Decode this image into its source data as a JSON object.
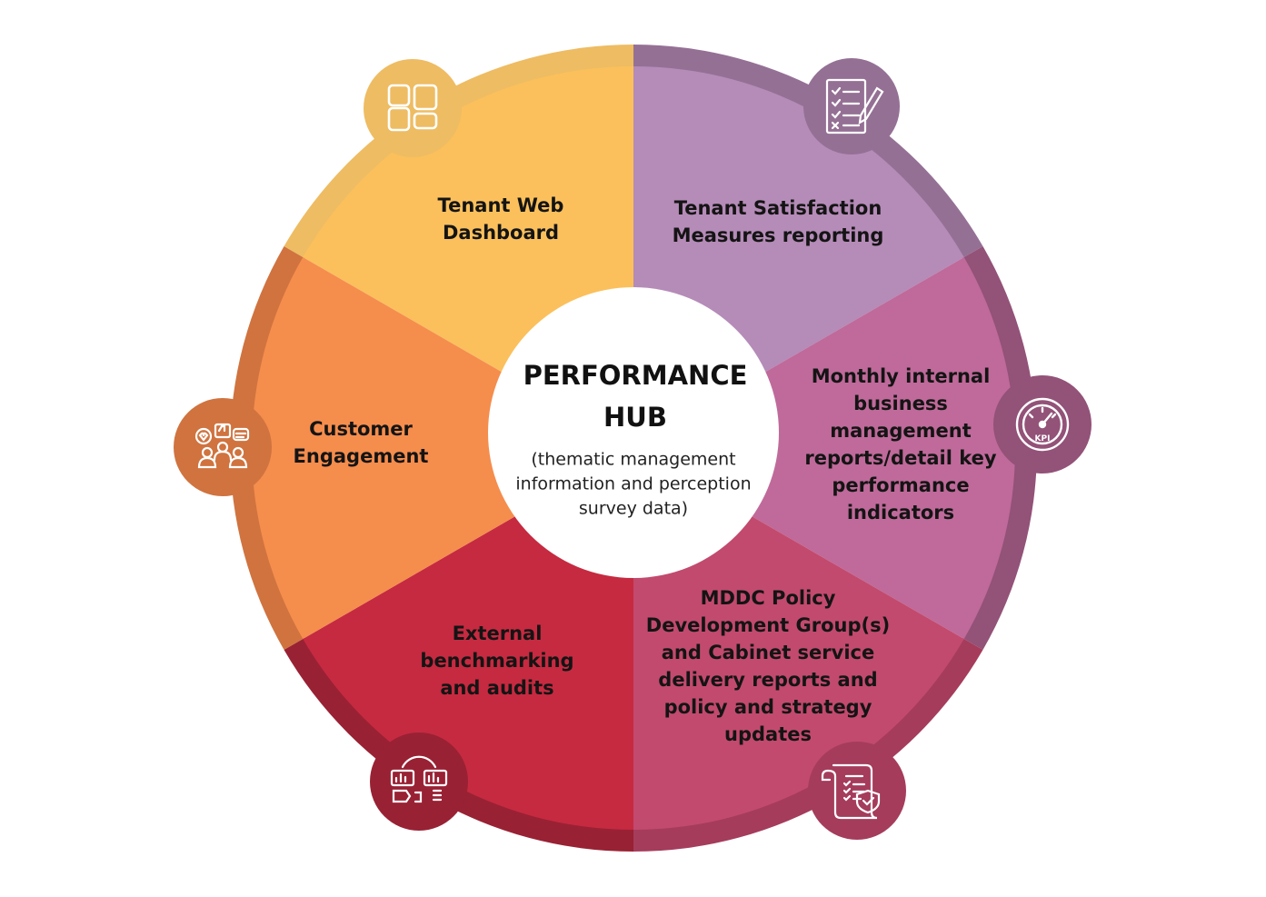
{
  "hub": {
    "title_lines": [
      "PERFORMANCE",
      "HUB"
    ],
    "subtitle_lines": [
      "(thematic management",
      "information and perception",
      "survey data)"
    ]
  },
  "segments": [
    {
      "id": "tenant-web-dashboard",
      "lines": [
        "Tenant Web",
        "Dashboard"
      ],
      "color": "#FBC05C",
      "ring_color": "#EEBC62",
      "icon": "dashboard-grid-icon"
    },
    {
      "id": "tenant-satisfaction",
      "lines": [
        "Tenant Satisfaction",
        "Measures reporting"
      ],
      "color": "#B58BB8",
      "ring_color": "#957095",
      "icon": "checklist-pencil-icon"
    },
    {
      "id": "monthly-internal-reports",
      "lines": [
        "Monthly internal",
        "business",
        "management",
        "reports/detail key",
        "performance",
        "indicators"
      ],
      "color": "#BF6A9A",
      "ring_color": "#935278",
      "icon": "kpi-gauge-icon"
    },
    {
      "id": "mddc-policy",
      "lines": [
        "MDDC Policy",
        "Development Group(s)",
        "and Cabinet service",
        "delivery reports and",
        "policy and strategy",
        "updates"
      ],
      "color": "#C24A6E",
      "ring_color": "#A53C5C",
      "icon": "policy-document-icon"
    },
    {
      "id": "external-benchmarking",
      "lines": [
        "External",
        "benchmarking",
        "and audits"
      ],
      "color": "#C62A40",
      "ring_color": "#992134",
      "icon": "benchmark-discussion-icon"
    },
    {
      "id": "customer-engagement",
      "lines": [
        "Customer",
        "Engagement"
      ],
      "color": "#F58D4D",
      "ring_color": "#D0733F",
      "icon": "customer-engagement-icon"
    }
  ]
}
